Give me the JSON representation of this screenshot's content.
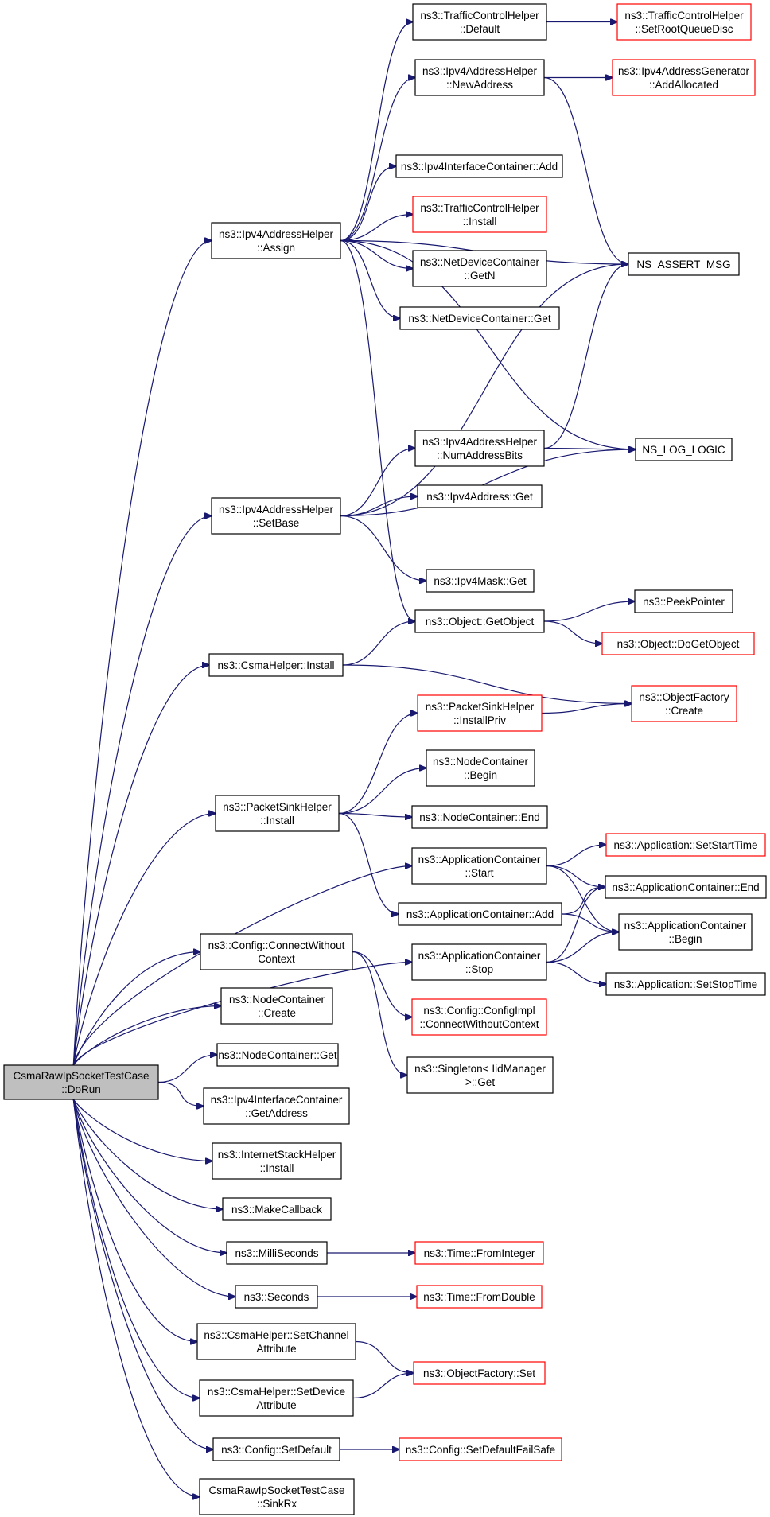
{
  "root": "CsmaRawIpSocketTestCase::DoRun",
  "nodes": {
    "root": [
      "CsmaRawIpSocketTestCase",
      "::DoRun"
    ],
    "ipv4_assign": [
      "ns3::Ipv4AddressHelper",
      "::Assign"
    ],
    "ipv4_setbase": [
      "ns3::Ipv4AddressHelper",
      "::SetBase"
    ],
    "csma_install": [
      "ns3::CsmaHelper::Install"
    ],
    "psh_install": [
      "ns3::PacketSinkHelper",
      "::Install"
    ],
    "cfg_connect": [
      "ns3::Config::ConnectWithout",
      "Context"
    ],
    "nc_create": [
      "ns3::NodeContainer",
      "::Create"
    ],
    "nc_get": [
      "ns3::NodeContainer::Get"
    ],
    "ipv4ic_getaddr": [
      "ns3::Ipv4InterfaceContainer",
      "::GetAddress"
    ],
    "ish_install": [
      "ns3::InternetStackHelper",
      "::Install"
    ],
    "makecallback": [
      "ns3::MakeCallback"
    ],
    "millis": [
      "ns3::MilliSeconds"
    ],
    "seconds": [
      "ns3::Seconds"
    ],
    "csma_setchan": [
      "ns3::CsmaHelper::SetChannel",
      "Attribute"
    ],
    "csma_setdev": [
      "ns3::CsmaHelper::SetDevice",
      "Attribute"
    ],
    "cfg_setdefault": [
      "ns3::Config::SetDefault"
    ],
    "sinkrx": [
      "CsmaRawIpSocketTestCase",
      "::SinkRx"
    ],
    "tch_default": [
      "ns3::TrafficControlHelper",
      "::Default"
    ],
    "ipv4_newaddr": [
      "ns3::Ipv4AddressHelper",
      "::NewAddress"
    ],
    "ipv4ic_add": [
      "ns3::Ipv4InterfaceContainer::Add"
    ],
    "tch_install": [
      "ns3::TrafficControlHelper",
      "::Install"
    ],
    "ndc_getn": [
      "ns3::NetDeviceContainer",
      "::GetN"
    ],
    "ndc_get": [
      "ns3::NetDeviceContainer::Get"
    ],
    "ipv4_numbits": [
      "ns3::Ipv4AddressHelper",
      "::NumAddressBits"
    ],
    "ipv4addr_get": [
      "ns3::Ipv4Address::Get"
    ],
    "ipv4mask_get": [
      "ns3::Ipv4Mask::Get"
    ],
    "obj_getobject": [
      "ns3::Object::GetObject"
    ],
    "psh_installpriv": [
      "ns3::PacketSinkHelper",
      "::InstallPriv"
    ],
    "nc_begin": [
      "ns3::NodeContainer",
      "::Begin"
    ],
    "nc_end": [
      "ns3::NodeContainer::End"
    ],
    "ac_start": [
      "ns3::ApplicationContainer",
      "::Start"
    ],
    "ac_add": [
      "ns3::ApplicationContainer::Add"
    ],
    "ac_stop": [
      "ns3::ApplicationContainer",
      "::Stop"
    ],
    "cfgimpl_connect": [
      "ns3::Config::ConfigImpl",
      "::ConnectWithoutContext"
    ],
    "singleton_get": [
      "ns3::Singleton< IidManager",
      ">::Get"
    ],
    "time_fromint": [
      "ns3::Time::FromInteger"
    ],
    "time_fromdouble": [
      "ns3::Time::FromDouble"
    ],
    "of_set": [
      "ns3::ObjectFactory::Set"
    ],
    "cfg_setdefaultfs": [
      "ns3::Config::SetDefaultFailSafe"
    ],
    "tch_setroot": [
      "ns3::TrafficControlHelper",
      "::SetRootQueueDisc"
    ],
    "ipv4gen_addalloc": [
      "ns3::Ipv4AddressGenerator",
      "::AddAllocated"
    ],
    "ns_assert": [
      "NS_ASSERT_MSG"
    ],
    "ns_log": [
      "NS_LOG_LOGIC"
    ],
    "peekpointer": [
      "ns3::PeekPointer"
    ],
    "obj_dogetobject": [
      "ns3::Object::DoGetObject"
    ],
    "of_create": [
      "ns3::ObjectFactory",
      "::Create"
    ],
    "app_setstart": [
      "ns3::Application::SetStartTime"
    ],
    "ac_end": [
      "ns3::ApplicationContainer::End"
    ],
    "ac_begin": [
      "ns3::ApplicationContainer",
      "::Begin"
    ],
    "app_setstop": [
      "ns3::Application::SetStopTime"
    ]
  },
  "edges": [
    [
      "root",
      "ipv4_assign"
    ],
    [
      "root",
      "ipv4_setbase"
    ],
    [
      "root",
      "csma_install"
    ],
    [
      "root",
      "psh_install"
    ],
    [
      "root",
      "ac_start"
    ],
    [
      "root",
      "ac_stop"
    ],
    [
      "root",
      "cfg_connect"
    ],
    [
      "root",
      "nc_create"
    ],
    [
      "root",
      "nc_get"
    ],
    [
      "root",
      "ipv4ic_getaddr"
    ],
    [
      "root",
      "ish_install"
    ],
    [
      "root",
      "makecallback"
    ],
    [
      "root",
      "millis"
    ],
    [
      "root",
      "seconds"
    ],
    [
      "root",
      "csma_setchan"
    ],
    [
      "root",
      "csma_setdev"
    ],
    [
      "root",
      "cfg_setdefault"
    ],
    [
      "root",
      "sinkrx"
    ],
    [
      "ipv4_assign",
      "tch_default"
    ],
    [
      "ipv4_assign",
      "ipv4_newaddr"
    ],
    [
      "ipv4_assign",
      "ns_assert"
    ],
    [
      "ipv4_assign",
      "ipv4ic_add"
    ],
    [
      "ipv4_assign",
      "tch_install"
    ],
    [
      "ipv4_assign",
      "ndc_getn"
    ],
    [
      "ipv4_assign",
      "ndc_get"
    ],
    [
      "ipv4_assign",
      "ns_log"
    ],
    [
      "ipv4_assign",
      "obj_getobject"
    ],
    [
      "tch_default",
      "tch_setroot"
    ],
    [
      "ipv4_newaddr",
      "ipv4gen_addalloc"
    ],
    [
      "ipv4_newaddr",
      "ns_assert"
    ],
    [
      "ipv4_setbase",
      "ns_assert"
    ],
    [
      "ipv4_setbase",
      "ipv4_numbits"
    ],
    [
      "ipv4_setbase",
      "ipv4addr_get"
    ],
    [
      "ipv4_setbase",
      "ns_log"
    ],
    [
      "ipv4_setbase",
      "ipv4mask_get"
    ],
    [
      "ipv4_numbits",
      "ns_assert"
    ],
    [
      "ipv4_numbits",
      "ns_log"
    ],
    [
      "csma_install",
      "obj_getobject"
    ],
    [
      "csma_install",
      "of_create"
    ],
    [
      "obj_getobject",
      "peekpointer"
    ],
    [
      "obj_getobject",
      "obj_dogetobject"
    ],
    [
      "psh_install",
      "psh_installpriv"
    ],
    [
      "psh_install",
      "nc_begin"
    ],
    [
      "psh_install",
      "nc_end"
    ],
    [
      "psh_install",
      "ac_add"
    ],
    [
      "psh_installpriv",
      "of_create"
    ],
    [
      "ac_start",
      "app_setstart"
    ],
    [
      "ac_start",
      "ac_end"
    ],
    [
      "ac_start",
      "ac_begin"
    ],
    [
      "ac_add",
      "ac_end"
    ],
    [
      "ac_add",
      "ac_begin"
    ],
    [
      "ac_stop",
      "ac_end"
    ],
    [
      "ac_stop",
      "ac_begin"
    ],
    [
      "ac_stop",
      "app_setstop"
    ],
    [
      "cfg_connect",
      "cfgimpl_connect"
    ],
    [
      "cfg_connect",
      "singleton_get"
    ],
    [
      "millis",
      "time_fromint"
    ],
    [
      "seconds",
      "time_fromdouble"
    ],
    [
      "csma_setchan",
      "of_set"
    ],
    [
      "csma_setdev",
      "of_set"
    ],
    [
      "cfg_setdefault",
      "cfg_setdefaultfs"
    ]
  ]
}
